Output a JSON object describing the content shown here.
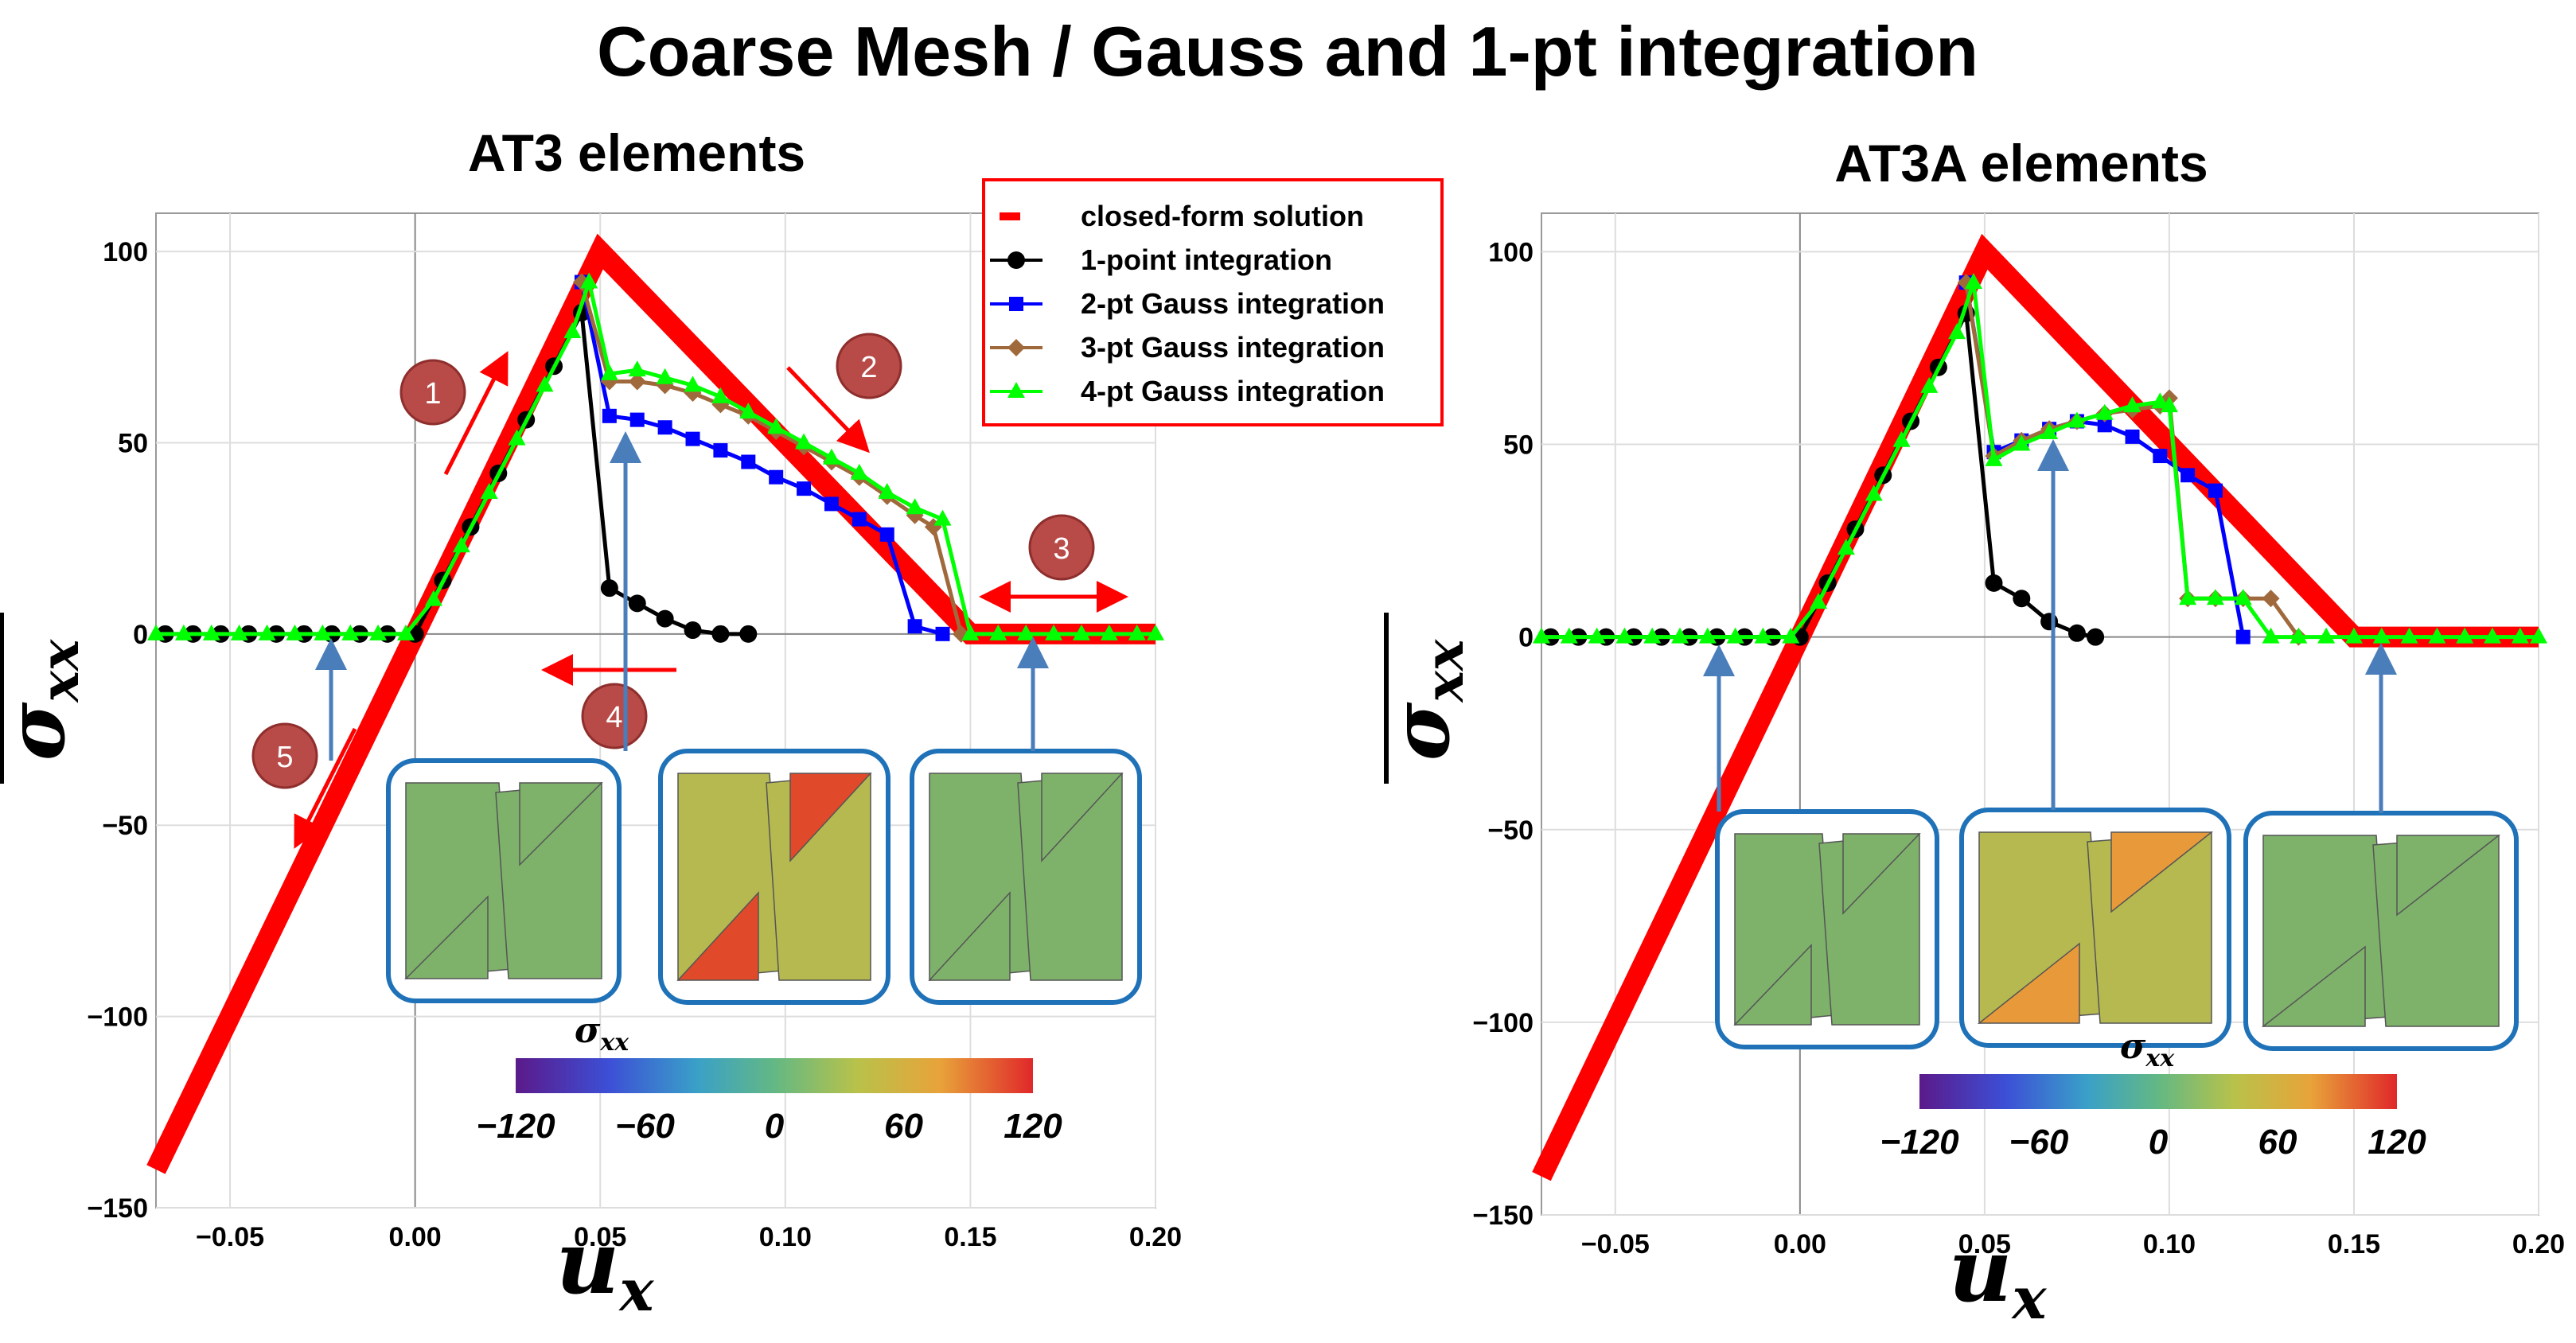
{
  "figure_title": "Coarse Mesh / Gauss and 1-pt integration",
  "legend": [
    {
      "label": "closed-form solution",
      "color": "#ff0000",
      "marker": "dash"
    },
    {
      "label": "1-point integration",
      "color": "#000000",
      "marker": "circle"
    },
    {
      "label": "2-pt Gauss integration",
      "color": "#0000ff",
      "marker": "square"
    },
    {
      "label": "3-pt Gauss integration",
      "color": "#a0693c",
      "marker": "diamond"
    },
    {
      "label": "4-pt Gauss integration",
      "color": "#00ff00",
      "marker": "triangle"
    }
  ],
  "annotations": [
    "1",
    "2",
    "3",
    "4",
    "5"
  ],
  "colorbar": {
    "label_main": "σ",
    "label_sub": "xx",
    "ticks": [
      "−120",
      "−60",
      "0",
      "60",
      "120"
    ],
    "range": [
      -120,
      120
    ]
  },
  "chart_data": [
    {
      "type": "line",
      "title": "AT3 elements",
      "xlabel_main": "u",
      "xlabel_sub": "x",
      "ylabel_main": "σ",
      "ylabel_sub": "xx",
      "xlim": [
        -0.07,
        0.2
      ],
      "ylim": [
        -150,
        110
      ],
      "xticks": [
        -0.05,
        0.0,
        0.05,
        0.1,
        0.15,
        0.2
      ],
      "xtick_labels": [
        "−0.05",
        "0.00",
        "0.05",
        "0.10",
        "0.15",
        "0.20"
      ],
      "yticks": [
        -150,
        -100,
        -50,
        0,
        50,
        100
      ],
      "ytick_labels": [
        "−150",
        "−100",
        "−50",
        "0",
        "50",
        "100"
      ],
      "grid": true,
      "legend_position": "top-right",
      "series": [
        {
          "name": "closed-form solution",
          "color": "#ff0000",
          "x": [
            -0.07,
            0.05,
            0.15,
            0.2
          ],
          "y": [
            -140,
            100,
            0,
            0
          ]
        },
        {
          "name": "1-point integration",
          "color": "#000000",
          "x": [
            -0.0675,
            -0.06,
            -0.0525,
            -0.045,
            -0.0375,
            -0.03,
            -0.0225,
            -0.015,
            -0.0075,
            0.0,
            0.0075,
            0.015,
            0.0225,
            0.03,
            0.0375,
            0.045,
            0.0525,
            0.06,
            0.0675,
            0.075,
            0.0825,
            0.09
          ],
          "y": [
            0,
            0,
            0,
            0,
            0,
            0,
            0,
            0,
            0,
            0,
            14,
            28,
            42,
            56,
            70,
            84,
            12,
            8,
            4,
            1,
            0,
            0
          ]
        },
        {
          "name": "2-pt Gauss integration",
          "color": "#0000ff",
          "x": [
            0.045,
            0.0525,
            0.06,
            0.0675,
            0.075,
            0.0825,
            0.09,
            0.0975,
            0.105,
            0.1125,
            0.12,
            0.1275,
            0.135,
            0.1425
          ],
          "y": [
            92,
            57,
            56,
            54,
            51,
            48,
            45,
            41,
            38,
            34,
            30,
            26,
            2,
            0
          ]
        },
        {
          "name": "3-pt Gauss integration",
          "color": "#a0693c",
          "x": [
            0.045,
            0.0525,
            0.06,
            0.0675,
            0.075,
            0.0825,
            0.09,
            0.0975,
            0.105,
            0.1125,
            0.12,
            0.1275,
            0.135,
            0.14,
            0.1475
          ],
          "y": [
            92,
            66,
            66,
            65,
            63,
            60,
            57,
            53,
            49,
            45,
            41,
            36,
            31,
            28,
            0
          ]
        },
        {
          "name": "4-pt Gauss integration",
          "color": "#00ff00",
          "x": [
            -0.07,
            -0.0625,
            -0.055,
            -0.0475,
            -0.04,
            -0.0325,
            -0.025,
            -0.0175,
            -0.01,
            -0.0025,
            0.005,
            0.0125,
            0.02,
            0.0275,
            0.035,
            0.0425,
            0.047,
            0.0525,
            0.06,
            0.0675,
            0.075,
            0.0825,
            0.09,
            0.0975,
            0.105,
            0.1125,
            0.12,
            0.1275,
            0.135,
            0.1425,
            0.15,
            0.1575,
            0.165,
            0.1725,
            0.18,
            0.1875,
            0.195,
            0.2
          ],
          "y": [
            0,
            0,
            0,
            0,
            0,
            0,
            0,
            0,
            0,
            0,
            9,
            23,
            37,
            51,
            65,
            79,
            92,
            68,
            69,
            67,
            65,
            62,
            58,
            54,
            50,
            46,
            42,
            37,
            33,
            30,
            0,
            0,
            0,
            0,
            0,
            0,
            0,
            0
          ]
        }
      ]
    },
    {
      "type": "line",
      "title": "AT3A elements",
      "xlabel_main": "u",
      "xlabel_sub": "x",
      "ylabel_main": "σ",
      "ylabel_sub": "xx",
      "xlim": [
        -0.07,
        0.2
      ],
      "ylim": [
        -150,
        110
      ],
      "xticks": [
        -0.05,
        0.0,
        0.05,
        0.1,
        0.15,
        0.2
      ],
      "xtick_labels": [
        "−0.05",
        "0.00",
        "0.05",
        "0.10",
        "0.15",
        "0.20"
      ],
      "yticks": [
        -150,
        -100,
        -50,
        0,
        50,
        100
      ],
      "ytick_labels": [
        "−150",
        "−100",
        "−50",
        "0",
        "50",
        "100"
      ],
      "grid": true,
      "series": [
        {
          "name": "closed-form solution",
          "color": "#ff0000",
          "x": [
            -0.07,
            0.05,
            0.15,
            0.2
          ],
          "y": [
            -140,
            100,
            0,
            0
          ]
        },
        {
          "name": "1-point integration",
          "color": "#000000",
          "x": [
            -0.0675,
            -0.06,
            -0.0525,
            -0.045,
            -0.0375,
            -0.03,
            -0.0225,
            -0.015,
            -0.0075,
            0.0,
            0.0075,
            0.015,
            0.0225,
            0.03,
            0.0375,
            0.045,
            0.0525,
            0.06,
            0.0675,
            0.075,
            0.08
          ],
          "y": [
            0,
            0,
            0,
            0,
            0,
            0,
            0,
            0,
            0,
            0,
            14,
            28,
            42,
            56,
            70,
            84,
            14,
            10,
            4,
            1,
            0
          ]
        },
        {
          "name": "2-pt Gauss integration",
          "color": "#0000ff",
          "x": [
            0.045,
            0.0525,
            0.06,
            0.0675,
            0.075,
            0.0825,
            0.09,
            0.0975,
            0.105,
            0.1125,
            0.12
          ],
          "y": [
            92,
            48,
            51,
            54,
            56,
            55,
            52,
            47,
            42,
            38,
            0
          ]
        },
        {
          "name": "3-pt Gauss integration",
          "color": "#a0693c",
          "x": [
            0.045,
            0.0525,
            0.06,
            0.0675,
            0.075,
            0.0825,
            0.09,
            0.0975,
            0.1,
            0.105,
            0.1125,
            0.12,
            0.1275,
            0.135
          ],
          "y": [
            92,
            47,
            51,
            54,
            56,
            58,
            59,
            60,
            62,
            10,
            10,
            10,
            10,
            0
          ]
        },
        {
          "name": "4-pt Gauss integration",
          "color": "#00ff00",
          "x": [
            -0.07,
            -0.0625,
            -0.055,
            -0.0475,
            -0.04,
            -0.0325,
            -0.025,
            -0.0175,
            -0.01,
            -0.0025,
            0.005,
            0.0125,
            0.02,
            0.0275,
            0.035,
            0.0425,
            0.047,
            0.0525,
            0.06,
            0.0675,
            0.075,
            0.0825,
            0.09,
            0.0975,
            0.1,
            0.105,
            0.1125,
            0.12,
            0.1275,
            0.135,
            0.1425,
            0.15,
            0.1575,
            0.165,
            0.1725,
            0.18,
            0.1875,
            0.195,
            0.2
          ],
          "y": [
            0,
            0,
            0,
            0,
            0,
            0,
            0,
            0,
            0,
            0,
            9,
            23,
            37,
            51,
            65,
            79,
            92,
            46,
            50,
            53,
            56,
            58,
            60,
            61,
            60,
            10,
            10,
            10,
            0,
            0,
            0,
            0,
            0,
            0,
            0,
            0,
            0,
            0,
            0
          ]
        }
      ]
    }
  ]
}
